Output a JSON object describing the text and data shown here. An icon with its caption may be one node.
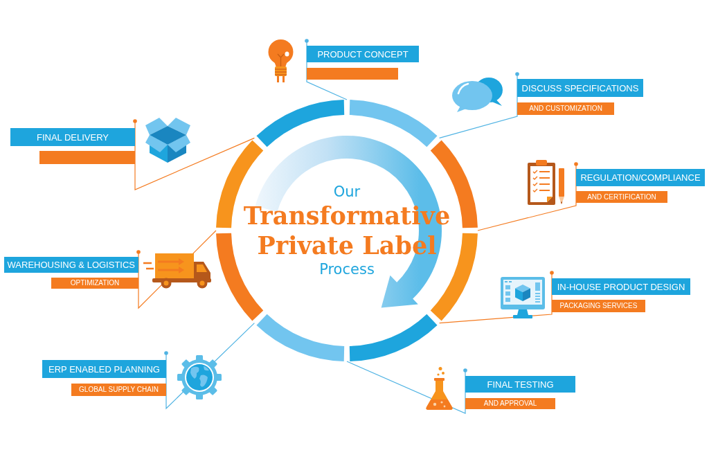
{
  "diagram": {
    "nodes": [
      {
        "text": [
          "PRODUCT CONCEPT"
        ]
      },
      {
        "text": [
          "DISCUSS SPECIFICATIONS",
          "AND CUSTOMIZATION"
        ]
      },
      {
        "text": [
          "REGULATION/COMPLIANCE",
          "AND CERTIFICATION"
        ]
      },
      {
        "text": [
          "IN-HOUSE PRODUCT DESIGN",
          "PACKAGING SERVICES"
        ]
      },
      {
        "text": [
          "FINAL TESTING",
          "AND APPROVAL"
        ]
      },
      {
        "text": [
          "ERP ENABLED PLANNING",
          "GLOBAL SUPPLY CHAIN"
        ]
      },
      {
        "text": [
          "WAREHOUSING & LOGISTICS",
          "OPTIMIZATION"
        ]
      },
      {
        "text": [
          "FINAL DELIVERY"
        ]
      },
      {
        "text": [
          "Our",
          "Transformative Private Label",
          "Process"
        ]
      }
    ],
    "edges": [
      {
        "from": 0,
        "to": 8,
        "arrow": "other",
        "color": "#4fb3e3"
      },
      {
        "from": 1,
        "to": 8,
        "arrow": "other",
        "color": "#4fb3e3"
      },
      {
        "from": 2,
        "to": 8,
        "arrow": "other",
        "color": "#f47b20"
      },
      {
        "from": 3,
        "to": 8,
        "arrow": "other",
        "color": "#f47b20"
      },
      {
        "from": 4,
        "to": 8,
        "arrow": "other",
        "color": "#4fb3e3"
      },
      {
        "from": 5,
        "to": 8,
        "arrow": "other",
        "color": "#4fb3e3"
      },
      {
        "from": 6,
        "to": 8,
        "arrow": "other",
        "color": "#f47b20"
      },
      {
        "from": 7,
        "to": 8,
        "arrow": "other",
        "color": "#f47b20"
      }
    ]
  }
}
